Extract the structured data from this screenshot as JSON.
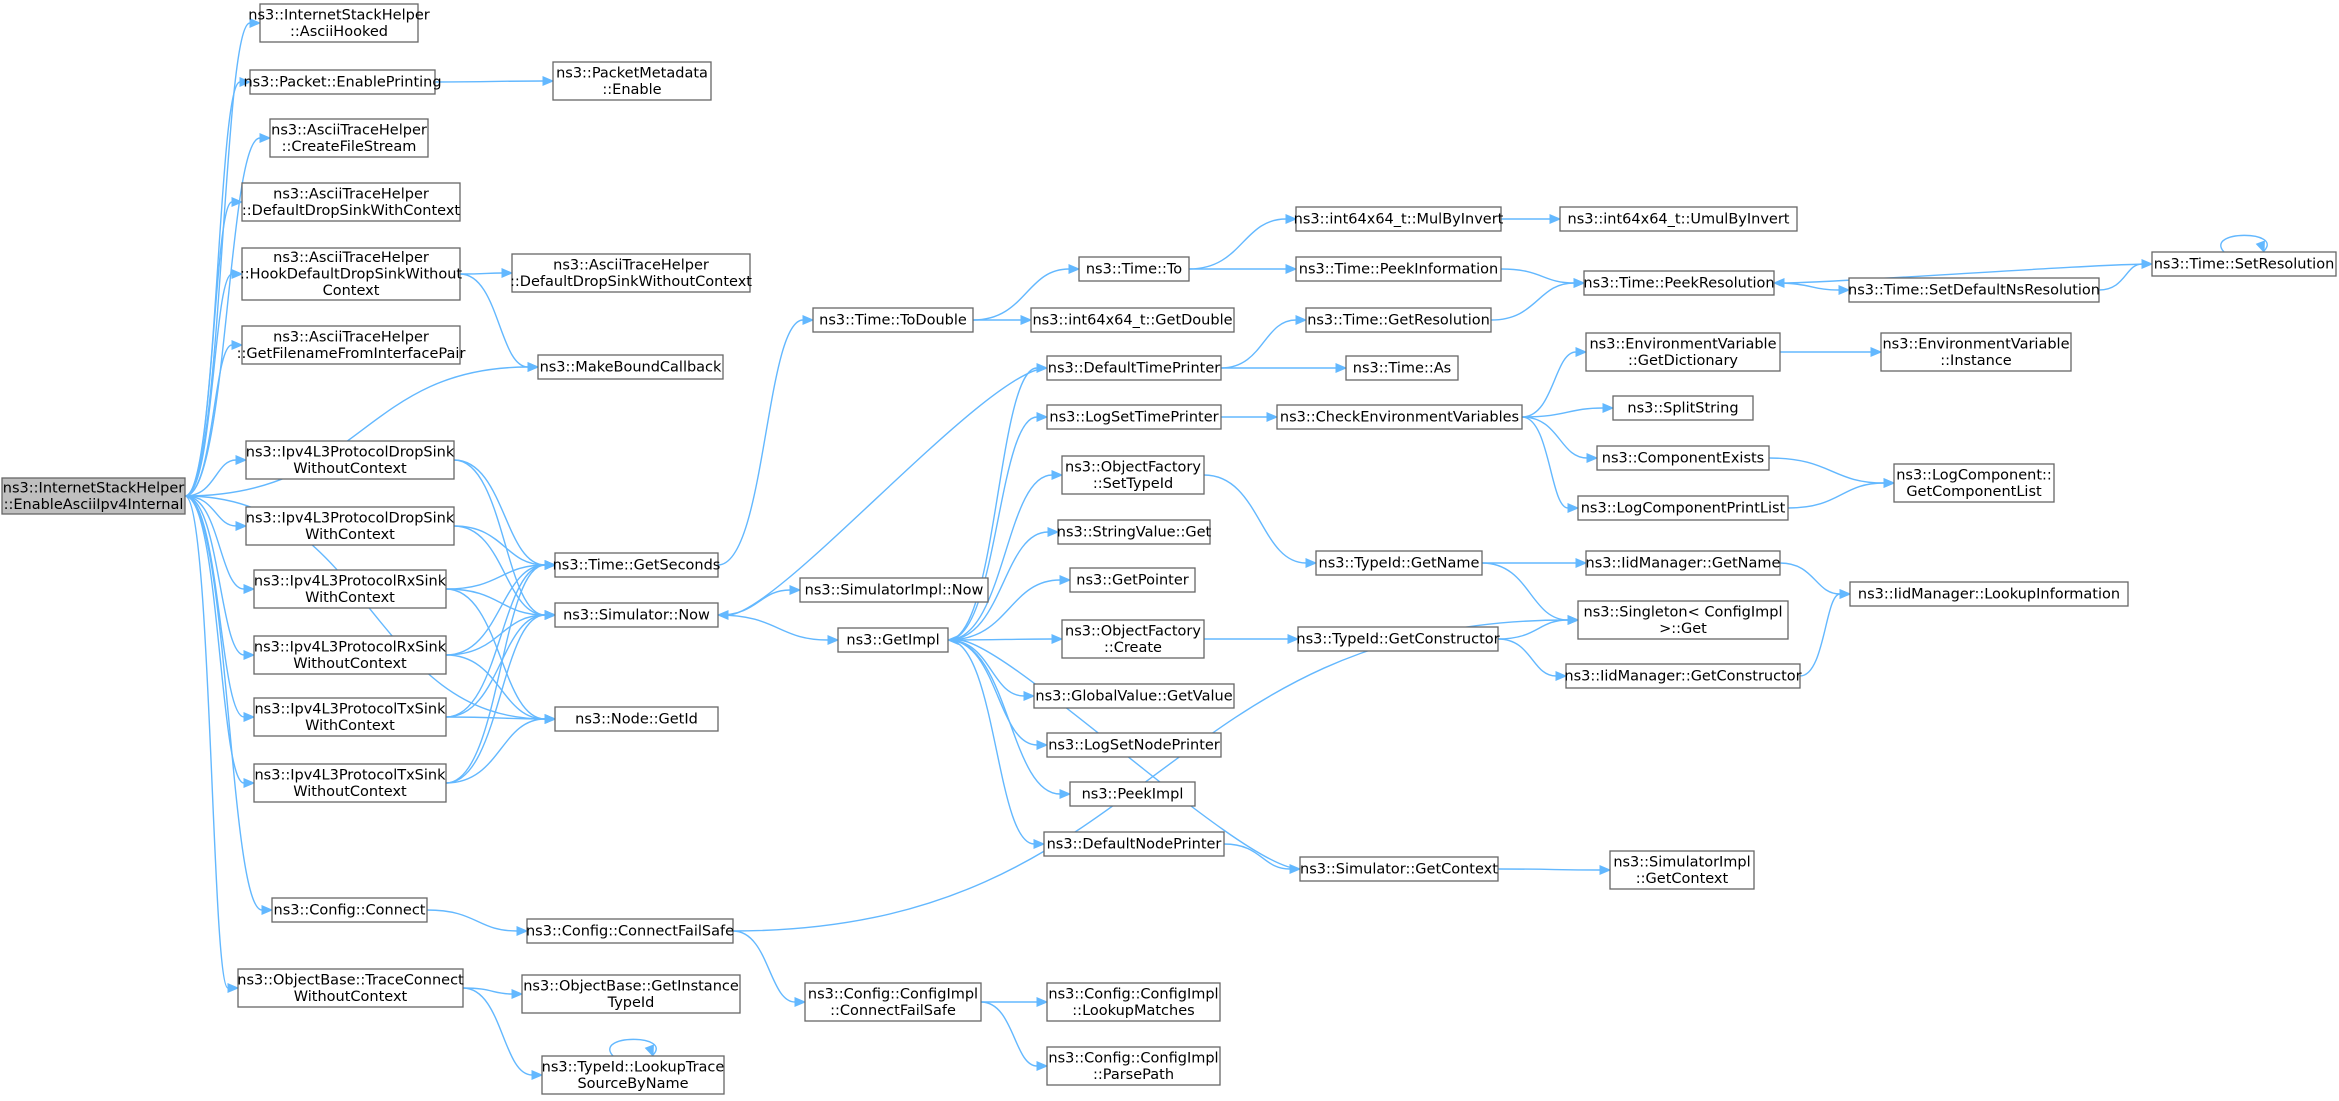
{
  "diagram": {
    "title": "",
    "colors": {
      "edge": "#63b8ff",
      "node_border": "#666666",
      "root_fill": "#bfbfbf",
      "node_fill": "#ffffff"
    },
    "nodes": [
      {
        "id": "root",
        "lines": [
          "ns3::InternetStackHelper",
          "::EnableAsciiIpv4Internal"
        ],
        "root": true
      },
      {
        "id": "n_ascii_hooked",
        "lines": [
          "ns3::InternetStackHelper",
          "::AsciiHooked"
        ]
      },
      {
        "id": "n_packet_enable",
        "lines": [
          "ns3::Packet::EnablePrinting"
        ]
      },
      {
        "id": "n_pmeta_enable",
        "lines": [
          "ns3::PacketMetadata",
          "::Enable"
        ]
      },
      {
        "id": "n_create_fs",
        "lines": [
          "ns3::AsciiTraceHelper",
          "::CreateFileStream"
        ]
      },
      {
        "id": "n_default_drop_ctx",
        "lines": [
          "ns3::AsciiTraceHelper",
          "::DefaultDropSinkWithContext"
        ]
      },
      {
        "id": "n_hook_default_drop",
        "lines": [
          "ns3::AsciiTraceHelper",
          "::HookDefaultDropSinkWithout",
          "Context"
        ]
      },
      {
        "id": "n_default_drop_noctx",
        "lines": [
          "ns3::AsciiTraceHelper",
          "::DefaultDropSinkWithoutContext"
        ]
      },
      {
        "id": "n_filename",
        "lines": [
          "ns3::AsciiTraceHelper",
          "::GetFilenameFromInterfacePair"
        ]
      },
      {
        "id": "n_make_bound",
        "lines": [
          "ns3::MakeBoundCallback"
        ]
      },
      {
        "id": "n_ipv4_drop_noctx",
        "lines": [
          "ns3::Ipv4L3ProtocolDropSink",
          "WithoutContext"
        ]
      },
      {
        "id": "n_ipv4_drop_ctx",
        "lines": [
          "ns3::Ipv4L3ProtocolDropSink",
          "WithContext"
        ]
      },
      {
        "id": "n_ipv4_rx_ctx",
        "lines": [
          "ns3::Ipv4L3ProtocolRxSink",
          "WithContext"
        ]
      },
      {
        "id": "n_ipv4_rx_noctx",
        "lines": [
          "ns3::Ipv4L3ProtocolRxSink",
          "WithoutContext"
        ]
      },
      {
        "id": "n_ipv4_tx_ctx",
        "lines": [
          "ns3::Ipv4L3ProtocolTxSink",
          "WithContext"
        ]
      },
      {
        "id": "n_ipv4_tx_noctx",
        "lines": [
          "ns3::Ipv4L3ProtocolTxSink",
          "WithoutContext"
        ]
      },
      {
        "id": "n_time_getseconds",
        "lines": [
          "ns3::Time::GetSeconds"
        ]
      },
      {
        "id": "n_sim_now",
        "lines": [
          "ns3::Simulator::Now"
        ]
      },
      {
        "id": "n_node_getid",
        "lines": [
          "ns3::Node::GetId"
        ]
      },
      {
        "id": "n_config_connect",
        "lines": [
          "ns3::Config::Connect"
        ]
      },
      {
        "id": "n_config_cfs",
        "lines": [
          "ns3::Config::ConnectFailSafe"
        ]
      },
      {
        "id": "n_trace_connect",
        "lines": [
          "ns3::ObjectBase::TraceConnect",
          "WithoutContext"
        ]
      },
      {
        "id": "n_get_instance_tid",
        "lines": [
          "ns3::ObjectBase::GetInstance",
          "TypeId"
        ]
      },
      {
        "id": "n_lookup_trace",
        "lines": [
          "ns3::TypeId::LookupTrace",
          "SourceByName"
        ]
      },
      {
        "id": "n_time_todouble",
        "lines": [
          "ns3::Time::ToDouble"
        ]
      },
      {
        "id": "n_simimpl_now",
        "lines": [
          "ns3::SimulatorImpl::Now"
        ]
      },
      {
        "id": "n_getimpl",
        "lines": [
          "ns3::GetImpl"
        ]
      },
      {
        "id": "n_cfgimpl_cfs",
        "lines": [
          "ns3::Config::ConfigImpl",
          "::ConnectFailSafe"
        ]
      },
      {
        "id": "n_cfgimpl_lookup",
        "lines": [
          "ns3::Config::ConfigImpl",
          "::LookupMatches"
        ]
      },
      {
        "id": "n_cfgimpl_parse",
        "lines": [
          "ns3::Config::ConfigImpl",
          "::ParsePath"
        ]
      },
      {
        "id": "n_time_to",
        "lines": [
          "ns3::Time::To"
        ]
      },
      {
        "id": "n_i64_getdouble",
        "lines": [
          "ns3::int64x64_t::GetDouble"
        ]
      },
      {
        "id": "n_default_time_printer",
        "lines": [
          "ns3::DefaultTimePrinter"
        ]
      },
      {
        "id": "n_log_set_time_printer",
        "lines": [
          "ns3::LogSetTimePrinter"
        ]
      },
      {
        "id": "n_objfactory_settid",
        "lines": [
          "ns3::ObjectFactory",
          "::SetTypeId"
        ]
      },
      {
        "id": "n_stringvalue_get",
        "lines": [
          "ns3::StringValue::Get"
        ]
      },
      {
        "id": "n_getpointer",
        "lines": [
          "ns3::GetPointer"
        ]
      },
      {
        "id": "n_objfactory_create",
        "lines": [
          "ns3::ObjectFactory",
          "::Create"
        ]
      },
      {
        "id": "n_globalvalue_getvalue",
        "lines": [
          "ns3::GlobalValue::GetValue"
        ]
      },
      {
        "id": "n_log_set_node_printer",
        "lines": [
          "ns3::LogSetNodePrinter"
        ]
      },
      {
        "id": "n_peekimpl",
        "lines": [
          "ns3::PeekImpl"
        ]
      },
      {
        "id": "n_default_node_printer",
        "lines": [
          "ns3::DefaultNodePrinter"
        ]
      },
      {
        "id": "n_i64_mulbyinvert",
        "lines": [
          "ns3::int64x64_t::MulByInvert"
        ]
      },
      {
        "id": "n_time_peekinfo",
        "lines": [
          "ns3::Time::PeekInformation"
        ]
      },
      {
        "id": "n_time_getres",
        "lines": [
          "ns3::Time::GetResolution"
        ]
      },
      {
        "id": "n_time_as",
        "lines": [
          "ns3::Time::As"
        ]
      },
      {
        "id": "n_check_env",
        "lines": [
          "ns3::CheckEnvironmentVariables"
        ]
      },
      {
        "id": "n_typeid_getname",
        "lines": [
          "ns3::TypeId::GetName"
        ]
      },
      {
        "id": "n_typeid_getctor",
        "lines": [
          "ns3::TypeId::GetConstructor"
        ]
      },
      {
        "id": "n_sim_getcontext",
        "lines": [
          "ns3::Simulator::GetContext"
        ]
      },
      {
        "id": "n_i64_umulbyinvert",
        "lines": [
          "ns3::int64x64_t::UmulByInvert"
        ]
      },
      {
        "id": "n_time_peekres",
        "lines": [
          "ns3::Time::PeekResolution"
        ]
      },
      {
        "id": "n_env_getdict",
        "lines": [
          "ns3::EnvironmentVariable",
          "::GetDictionary"
        ]
      },
      {
        "id": "n_splitstring",
        "lines": [
          "ns3::SplitString"
        ]
      },
      {
        "id": "n_component_exists",
        "lines": [
          "ns3::ComponentExists"
        ]
      },
      {
        "id": "n_logcomp_printlist",
        "lines": [
          "ns3::LogComponentPrintList"
        ]
      },
      {
        "id": "n_iid_getname",
        "lines": [
          "ns3::IidManager::GetName"
        ]
      },
      {
        "id": "n_singleton_get",
        "lines": [
          "ns3::Singleton< ConfigImpl",
          ">::Get"
        ]
      },
      {
        "id": "n_iid_getctor",
        "lines": [
          "ns3::IidManager::GetConstructor"
        ]
      },
      {
        "id": "n_simimpl_getcontext",
        "lines": [
          "ns3::SimulatorImpl",
          "::GetContext"
        ]
      },
      {
        "id": "n_time_setdefaultns",
        "lines": [
          "ns3::Time::SetDefaultNsResolution"
        ]
      },
      {
        "id": "n_env_instance",
        "lines": [
          "ns3::EnvironmentVariable",
          "::Instance"
        ]
      },
      {
        "id": "n_logcomp_getlist",
        "lines": [
          "ns3::LogComponent::",
          "GetComponentList"
        ]
      },
      {
        "id": "n_iid_lookupinfo",
        "lines": [
          "ns3::IidManager::LookupInformation"
        ]
      },
      {
        "id": "n_time_setres",
        "lines": [
          "ns3::Time::SetResolution"
        ]
      }
    ],
    "edges": [
      [
        "root",
        "n_ascii_hooked"
      ],
      [
        "root",
        "n_packet_enable"
      ],
      [
        "root",
        "n_create_fs"
      ],
      [
        "root",
        "n_default_drop_ctx"
      ],
      [
        "root",
        "n_hook_default_drop"
      ],
      [
        "root",
        "n_filename"
      ],
      [
        "root",
        "n_make_bound"
      ],
      [
        "root",
        "n_ipv4_drop_noctx"
      ],
      [
        "root",
        "n_ipv4_drop_ctx"
      ],
      [
        "root",
        "n_ipv4_rx_ctx"
      ],
      [
        "root",
        "n_ipv4_rx_noctx"
      ],
      [
        "root",
        "n_ipv4_tx_ctx"
      ],
      [
        "root",
        "n_ipv4_tx_noctx"
      ],
      [
        "root",
        "n_node_getid"
      ],
      [
        "root",
        "n_config_connect"
      ],
      [
        "root",
        "n_trace_connect"
      ],
      [
        "n_packet_enable",
        "n_pmeta_enable"
      ],
      [
        "n_hook_default_drop",
        "n_default_drop_noctx"
      ],
      [
        "n_hook_default_drop",
        "n_make_bound"
      ],
      [
        "n_ipv4_drop_noctx",
        "n_time_getseconds"
      ],
      [
        "n_ipv4_drop_noctx",
        "n_sim_now"
      ],
      [
        "n_ipv4_drop_ctx",
        "n_time_getseconds"
      ],
      [
        "n_ipv4_drop_ctx",
        "n_sim_now"
      ],
      [
        "n_ipv4_rx_ctx",
        "n_time_getseconds"
      ],
      [
        "n_ipv4_rx_ctx",
        "n_sim_now"
      ],
      [
        "n_ipv4_rx_ctx",
        "n_node_getid"
      ],
      [
        "n_ipv4_rx_noctx",
        "n_time_getseconds"
      ],
      [
        "n_ipv4_rx_noctx",
        "n_sim_now"
      ],
      [
        "n_ipv4_rx_noctx",
        "n_node_getid"
      ],
      [
        "n_ipv4_tx_ctx",
        "n_time_getseconds"
      ],
      [
        "n_ipv4_tx_ctx",
        "n_sim_now"
      ],
      [
        "n_ipv4_tx_ctx",
        "n_node_getid"
      ],
      [
        "n_ipv4_tx_noctx",
        "n_time_getseconds"
      ],
      [
        "n_ipv4_tx_noctx",
        "n_sim_now"
      ],
      [
        "n_ipv4_tx_noctx",
        "n_node_getid"
      ],
      [
        "n_time_getseconds",
        "n_time_todouble"
      ],
      [
        "n_sim_now",
        "n_simimpl_now"
      ],
      [
        "n_sim_now",
        "n_getimpl"
      ],
      [
        "n_config_connect",
        "n_config_cfs"
      ],
      [
        "n_config_cfs",
        "n_cfgimpl_cfs"
      ],
      [
        "n_config_cfs",
        "n_singleton_get"
      ],
      [
        "n_cfgimpl_cfs",
        "n_cfgimpl_lookup"
      ],
      [
        "n_cfgimpl_cfs",
        "n_cfgimpl_parse"
      ],
      [
        "n_trace_connect",
        "n_get_instance_tid"
      ],
      [
        "n_trace_connect",
        "n_lookup_trace"
      ],
      [
        "n_lookup_trace",
        "n_lookup_trace"
      ],
      [
        "n_time_todouble",
        "n_time_to"
      ],
      [
        "n_time_todouble",
        "n_i64_getdouble"
      ],
      [
        "n_getimpl",
        "n_default_time_printer"
      ],
      [
        "n_getimpl",
        "n_log_set_time_printer"
      ],
      [
        "n_getimpl",
        "n_objfactory_settid"
      ],
      [
        "n_getimpl",
        "n_stringvalue_get"
      ],
      [
        "n_getimpl",
        "n_getpointer"
      ],
      [
        "n_getimpl",
        "n_objfactory_create"
      ],
      [
        "n_getimpl",
        "n_globalvalue_getvalue"
      ],
      [
        "n_getimpl",
        "n_log_set_node_printer"
      ],
      [
        "n_getimpl",
        "n_peekimpl"
      ],
      [
        "n_getimpl",
        "n_default_node_printer"
      ],
      [
        "n_default_time_printer",
        "n_sim_now"
      ],
      [
        "n_default_time_printer",
        "n_time_getres"
      ],
      [
        "n_default_time_printer",
        "n_time_as"
      ],
      [
        "n_default_node_printer",
        "n_sim_getcontext"
      ],
      [
        "n_sim_getcontext",
        "n_getimpl"
      ],
      [
        "n_sim_getcontext",
        "n_simimpl_getcontext"
      ],
      [
        "n_log_set_time_printer",
        "n_check_env"
      ],
      [
        "n_objfactory_settid",
        "n_typeid_getname"
      ],
      [
        "n_objfactory_create",
        "n_typeid_getctor"
      ],
      [
        "n_time_to",
        "n_i64_mulbyinvert"
      ],
      [
        "n_time_to",
        "n_time_peekinfo"
      ],
      [
        "n_i64_mulbyinvert",
        "n_i64_umulbyinvert"
      ],
      [
        "n_time_peekinfo",
        "n_time_peekres"
      ],
      [
        "n_time_getres",
        "n_time_peekres"
      ],
      [
        "n_time_peekres",
        "n_time_setdefaultns"
      ],
      [
        "n_time_setdefaultns",
        "n_time_setres"
      ],
      [
        "n_time_setres",
        "n_time_peekres"
      ],
      [
        "n_time_setres",
        "n_time_setres"
      ],
      [
        "n_check_env",
        "n_env_getdict"
      ],
      [
        "n_check_env",
        "n_splitstring"
      ],
      [
        "n_check_env",
        "n_component_exists"
      ],
      [
        "n_check_env",
        "n_logcomp_printlist"
      ],
      [
        "n_env_getdict",
        "n_env_instance"
      ],
      [
        "n_component_exists",
        "n_logcomp_getlist"
      ],
      [
        "n_logcomp_printlist",
        "n_logcomp_getlist"
      ],
      [
        "n_typeid_getname",
        "n_iid_getname"
      ],
      [
        "n_typeid_getname",
        "n_singleton_get"
      ],
      [
        "n_typeid_getctor",
        "n_singleton_get"
      ],
      [
        "n_typeid_getctor",
        "n_iid_getctor"
      ],
      [
        "n_iid_getname",
        "n_iid_lookupinfo"
      ],
      [
        "n_iid_getctor",
        "n_iid_lookupinfo"
      ]
    ]
  }
}
